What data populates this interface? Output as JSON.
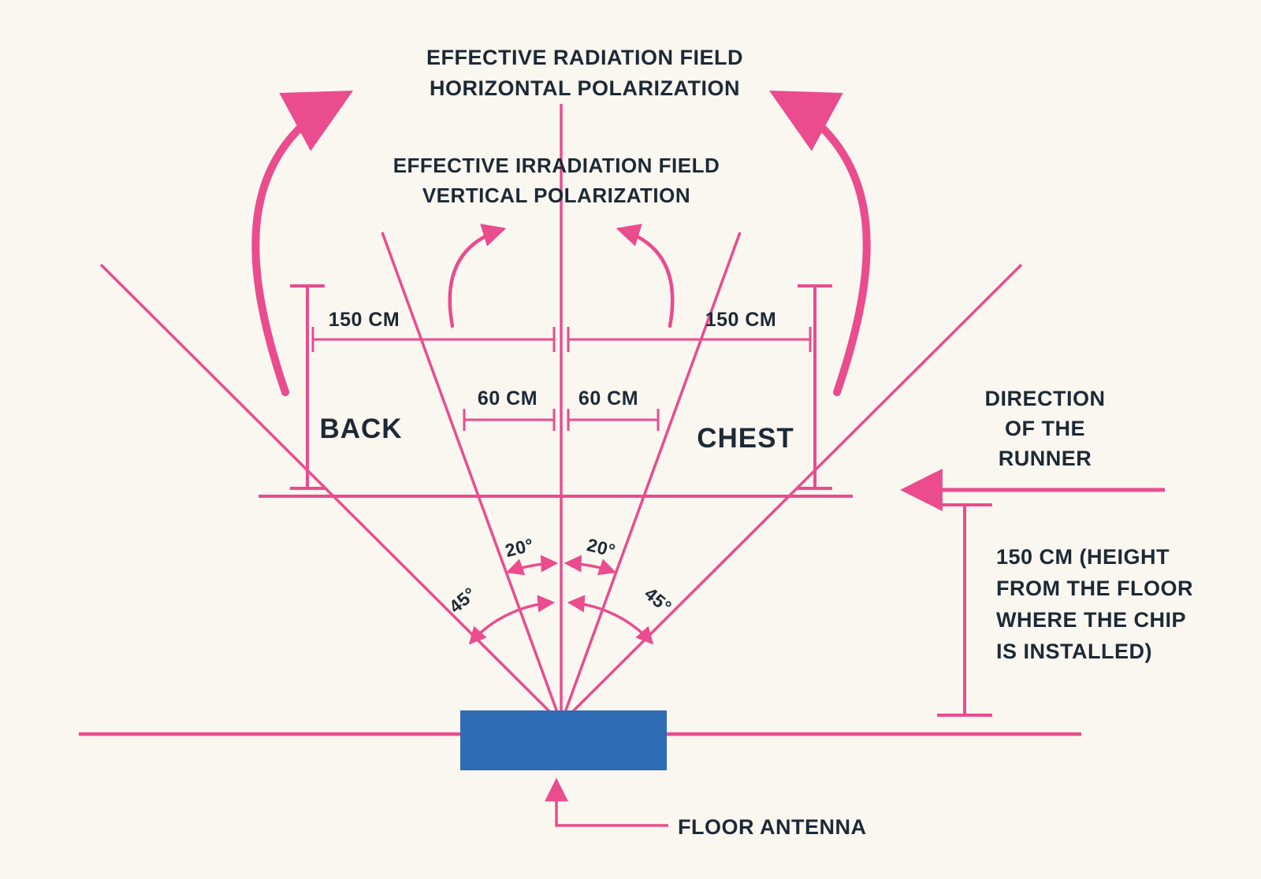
{
  "colors": {
    "pink": "#EA4C8D",
    "blue": "#2E6CB5",
    "text": "#1D2935",
    "background": "#FAF7F1"
  },
  "labels": {
    "radiation_field": {
      "line1": "EFFECTIVE RADIATION FIELD",
      "line2": "HORIZONTAL POLARIZATION"
    },
    "irradiation_field": {
      "line1": "EFFECTIVE IRRADIATION FIELD",
      "line2": "VERTICAL POLARIZATION"
    },
    "dim_150_left": "150 CM",
    "dim_150_right": "150 CM",
    "dim_60_left": "60 CM",
    "dim_60_right": "60 CM",
    "back": "BACK",
    "chest": "CHEST",
    "angle_20_left": "20°",
    "angle_20_right": "20°",
    "angle_45_left": "45°",
    "angle_45_right": "45°",
    "direction": {
      "line1": "DIRECTION",
      "line2": "OF THE",
      "line3": "RUNNER"
    },
    "height_note": {
      "line1": "150 CM (HEIGHT",
      "line2": "FROM THE FLOOR",
      "line3": "WHERE THE CHIP",
      "line4": "IS INSTALLED)"
    },
    "floor_antenna": "FLOOR ANTENNA"
  }
}
